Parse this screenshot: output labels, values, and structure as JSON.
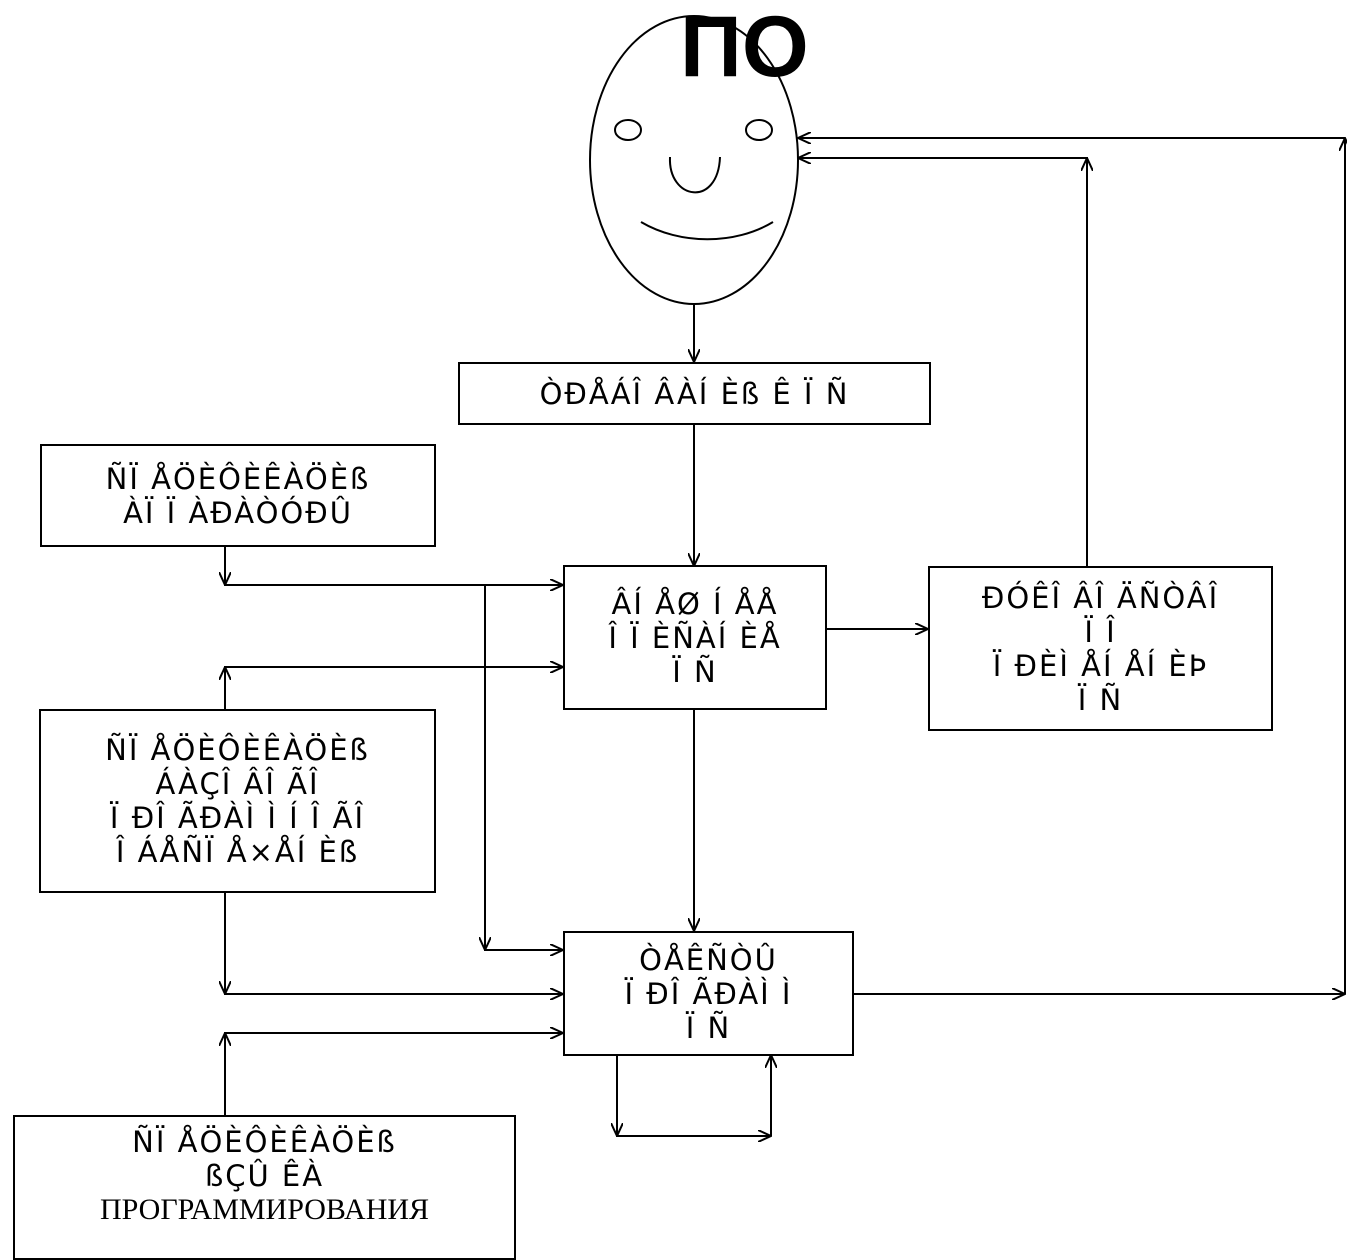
{
  "title": "ПО",
  "boxes": {
    "top": {
      "lines": [
        "ÒÐÅÁÎ ÂÀÍ Èß Ê Ï Ñ"
      ]
    },
    "left1": {
      "lines": [
        "ÑÏ ÅÖÈÔÈÊÀÖÈß",
        "ÀÏ Ï ÀÐÀÒÓÐÛ"
      ]
    },
    "center1": {
      "lines": [
        "ÂÍ ÅØ Í ÅÅ",
        "Î Ï ÈÑÀÍ ÈÅ",
        "Ï Ñ"
      ]
    },
    "right1": {
      "lines": [
        "ÐÓÊÎ ÂÎ ÄÑÒÂÎ",
        "Ï Î",
        "Ï ÐÈÌ ÅÍ ÅÍ ÈÞ",
        "Ï Ñ"
      ]
    },
    "left2": {
      "lines": [
        "ÑÏ ÅÖÈÔÈÊÀÖÈß",
        "ÁÀÇÎ ÂÎ ÃÎ",
        "Ï ÐÎ ÃÐÀÌ Ì Í Î ÃÎ",
        "Î ÁÅÑÏ Å×ÅÍ Èß"
      ]
    },
    "center2": {
      "lines": [
        "ÒÅÊÑÒÛ",
        "Ï ÐÎ ÃÐÀÌ Ì",
        "Ï Ñ"
      ]
    },
    "left3": {
      "lines": [
        "ÑÏ ÅÖÈÔÈÊÀÖÈß",
        "ßÇÛ ÊÀ",
        "ПРОГРАММИРОВАНИЯ"
      ]
    }
  }
}
